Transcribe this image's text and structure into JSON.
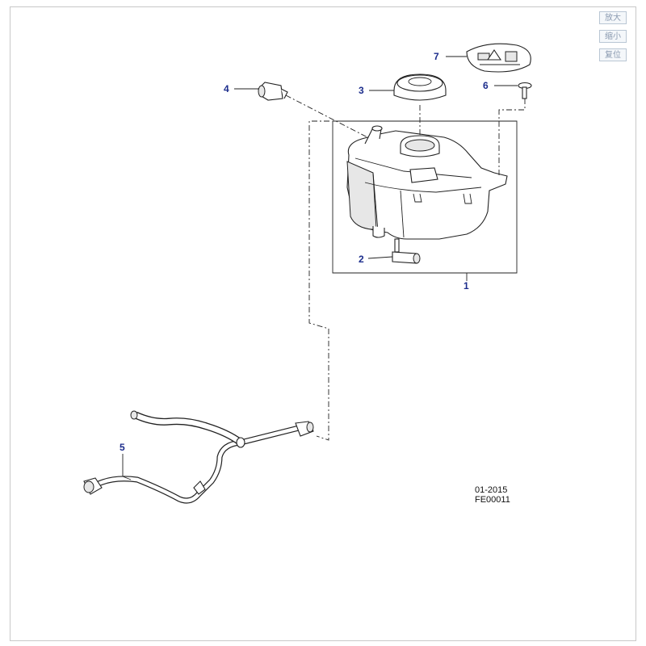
{
  "toolbar": {
    "zoom_in_label": "放大",
    "zoom_out_label": "缩小",
    "reset_label": "复位"
  },
  "callouts": [
    {
      "id": "1",
      "label": "1"
    },
    {
      "id": "2",
      "label": "2"
    },
    {
      "id": "3",
      "label": "3"
    },
    {
      "id": "4",
      "label": "4"
    },
    {
      "id": "5",
      "label": "5"
    },
    {
      "id": "6",
      "label": "6"
    },
    {
      "id": "7",
      "label": "7"
    }
  ],
  "reference": {
    "date_code": "01-2015",
    "figure_code": "FE00011"
  },
  "colors": {
    "callout": "#1c2d8c",
    "line": "#222222",
    "button_border": "#b9c6d4",
    "button_text": "#8a9ab0"
  }
}
